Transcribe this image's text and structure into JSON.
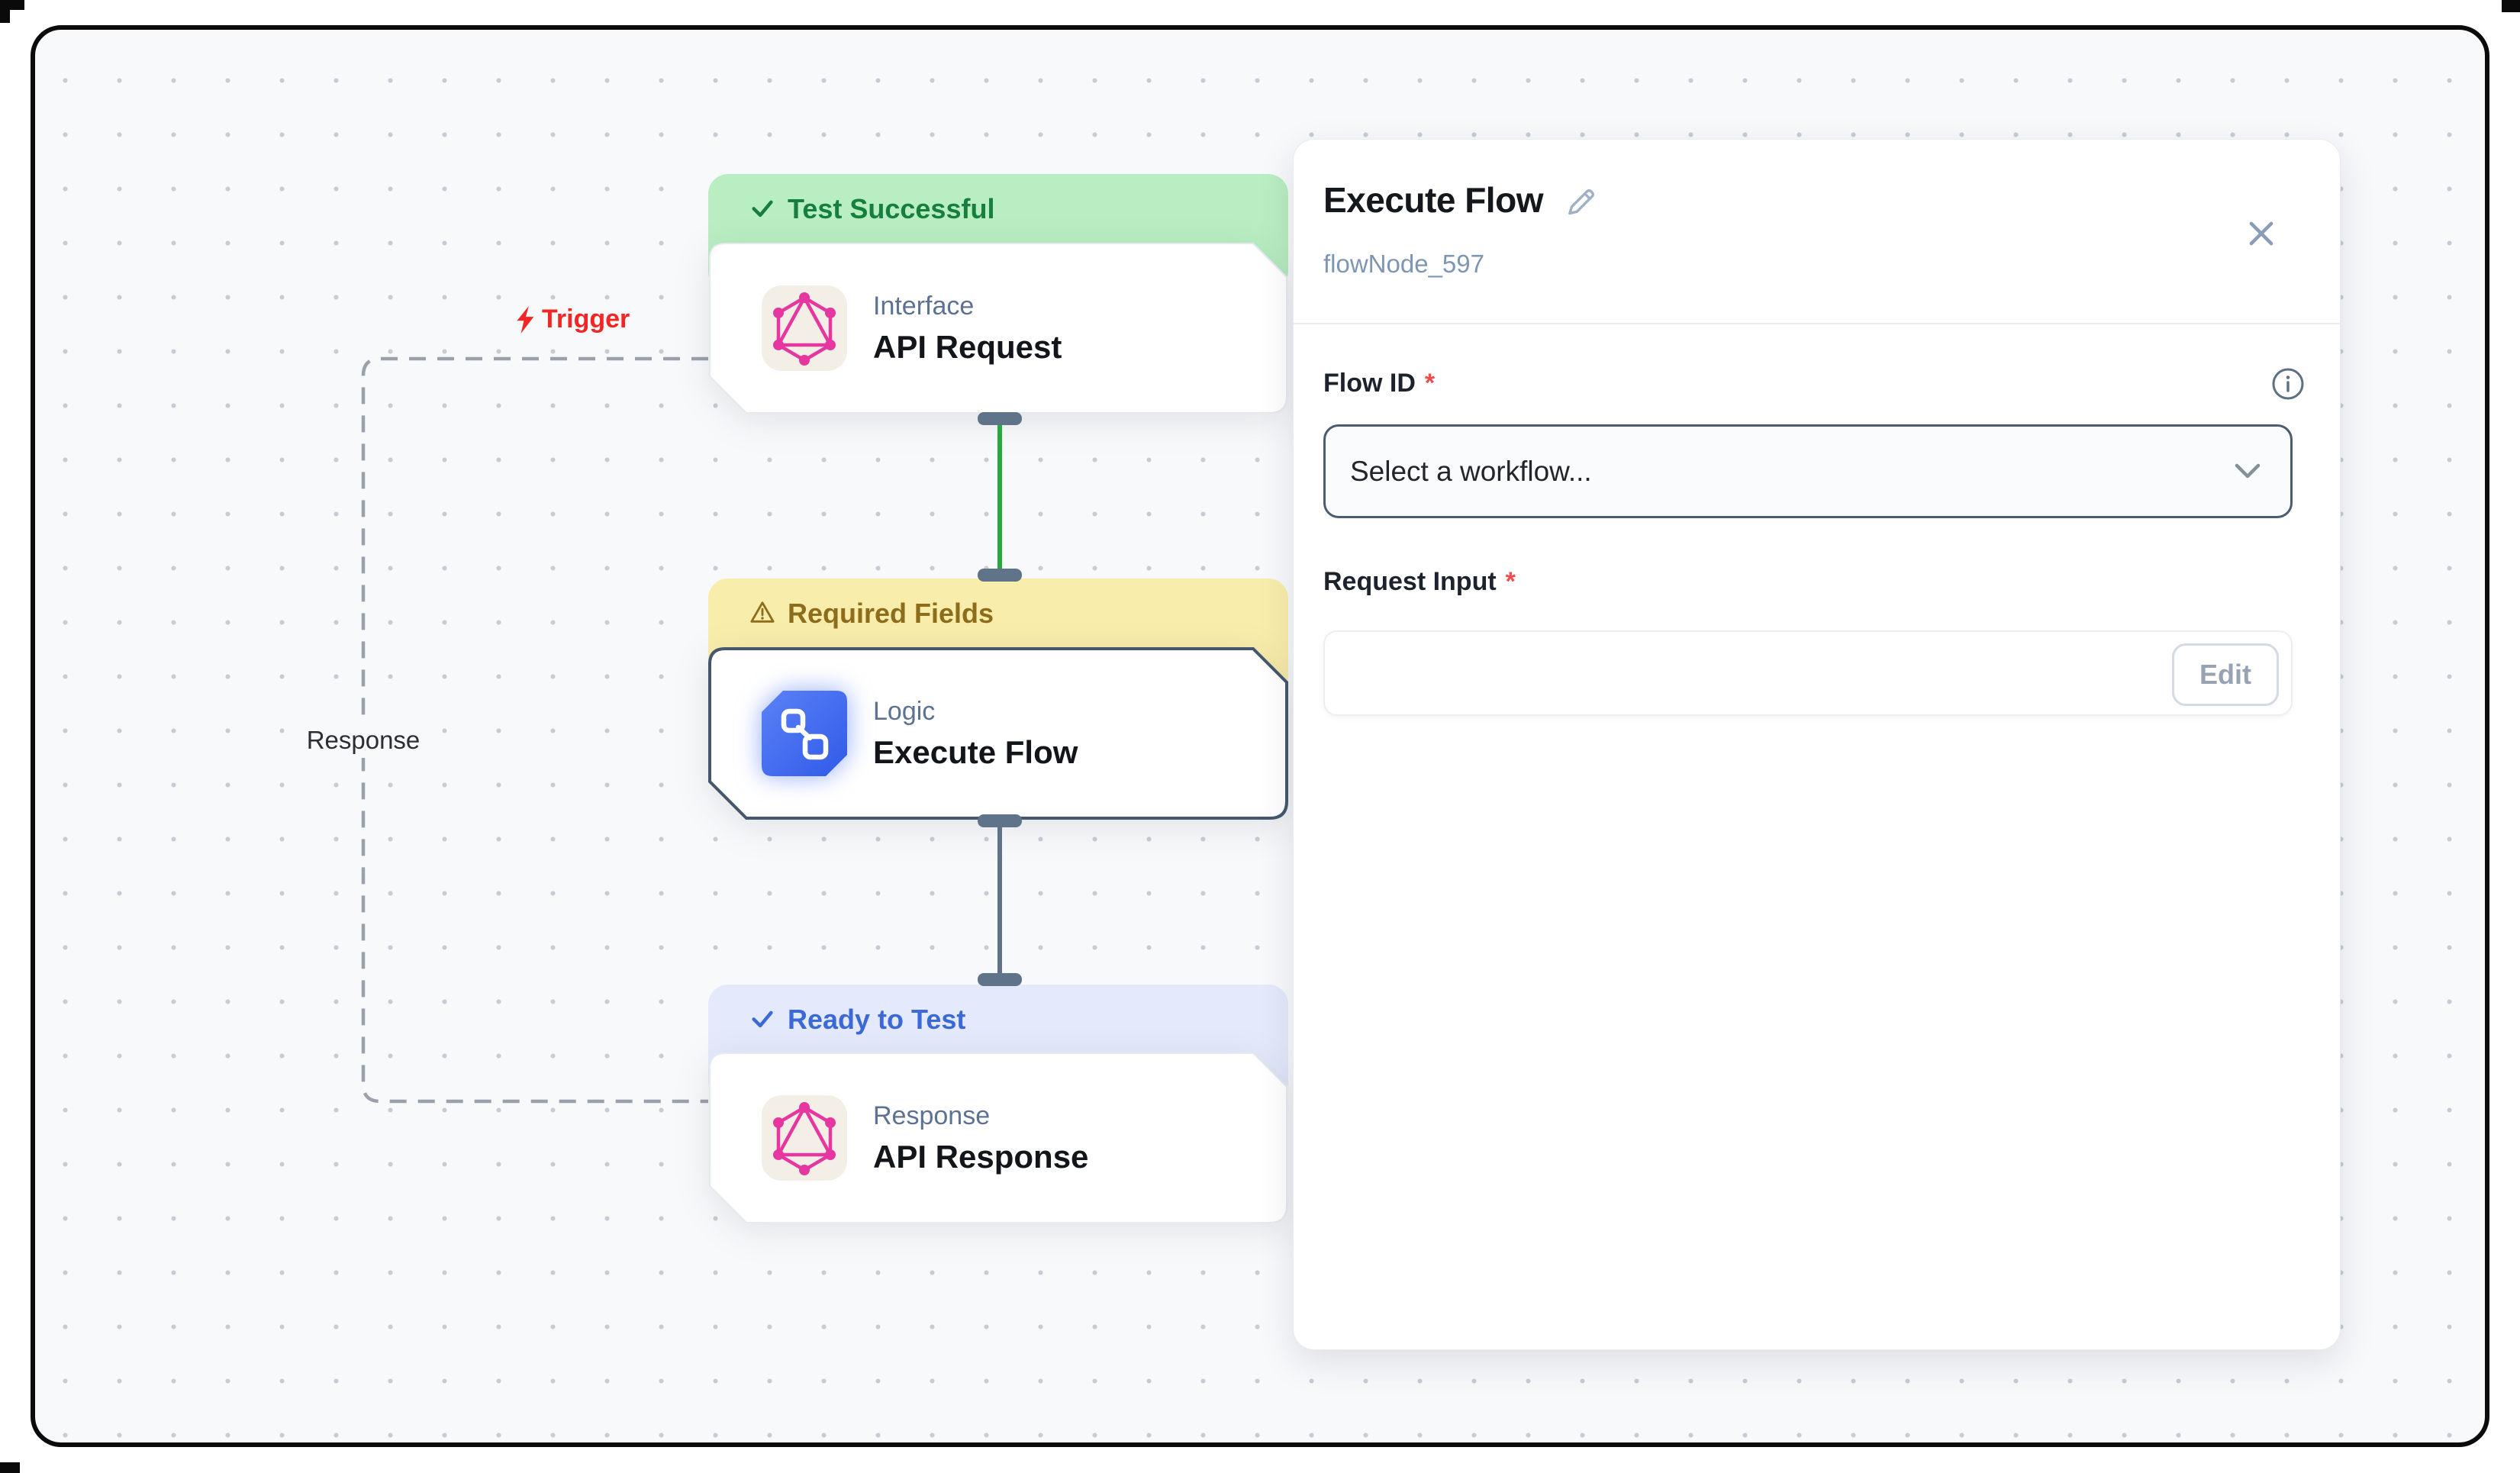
{
  "canvas": {
    "trigger_label": "Trigger",
    "response_label": "Response"
  },
  "nodes": [
    {
      "status": "Test Successful",
      "type": "Interface",
      "title": "API Request"
    },
    {
      "status": "Required Fields",
      "type": "Logic",
      "title": "Execute Flow"
    },
    {
      "status": "Ready to Test",
      "type": "Response",
      "title": "API Response"
    }
  ],
  "panel": {
    "title": "Execute Flow",
    "node_id": "flowNode_597",
    "flow_id": {
      "label": "Flow ID",
      "required_mark": "*",
      "placeholder": "Select a workflow..."
    },
    "request_input": {
      "label": "Request Input",
      "required_mark": "*",
      "action_label": "Edit"
    }
  },
  "colors": {
    "success_bg": "#b8eec2",
    "success_text": "#177f3e",
    "warning_bg": "#f9edab",
    "warning_text": "#8d6c1b",
    "info_bg": "#e4eafb",
    "info_text": "#3b69d8",
    "trigger_red": "#f42525",
    "logic_blue": "#3f6af0",
    "graphql_pink": "#e5379f",
    "connector_green": "#27aa3d",
    "connector_slate": "#5f7488"
  }
}
